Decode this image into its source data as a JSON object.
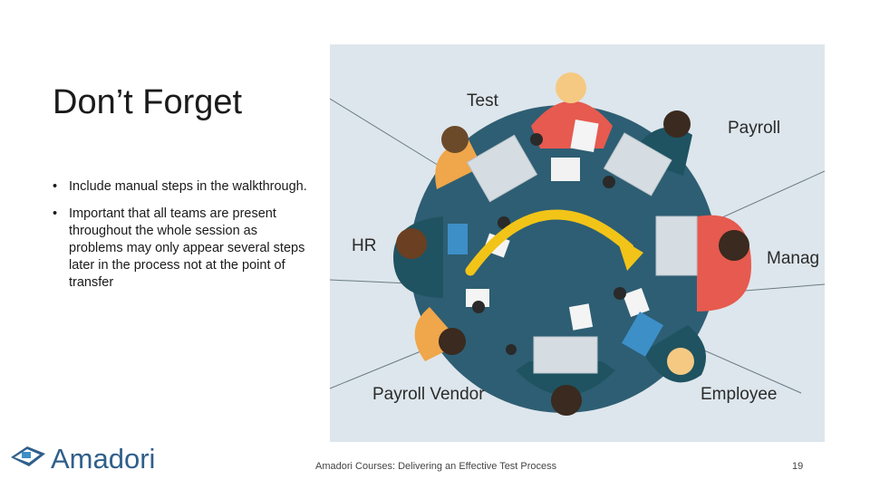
{
  "slide": {
    "title": "Don’t Forget",
    "bullets": [
      "Include manual steps in the walkthrough.",
      "Important that all teams are present throughout the whole session as problems may only appear several steps later in the process not at the point of transfer"
    ],
    "bullet_glyph": "•"
  },
  "figure": {
    "labels": {
      "test": "Test",
      "payroll": "Payroll",
      "hr": "HR",
      "manager": "Manag",
      "payroll_vendor": "Payroll Vendor",
      "employee": "Employee"
    },
    "colors": {
      "background": "#dde6ec",
      "table": "#2e5e73",
      "arrow": "#f2c418",
      "orange": "#f0a64a",
      "red": "#e65a4f",
      "teal": "#1f5361",
      "blue": "#3d8fc7"
    }
  },
  "logo": {
    "text": "Amadori",
    "color": "#2f5f8a"
  },
  "footer": {
    "text": "Amadori Courses: Delivering an Effective Test Process",
    "page_number": "19"
  }
}
